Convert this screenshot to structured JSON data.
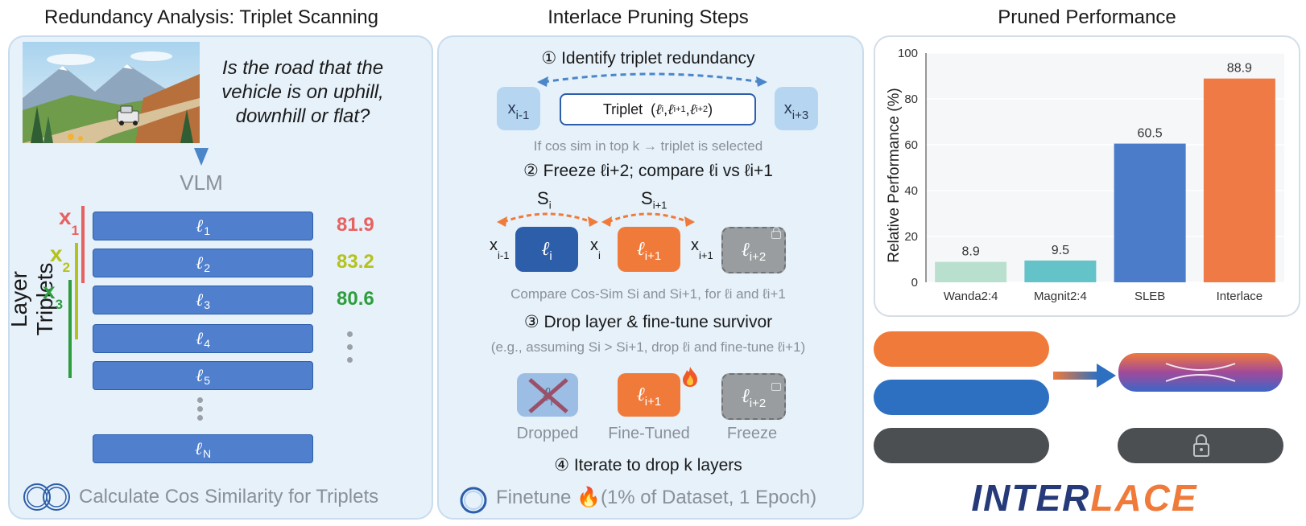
{
  "titles": {
    "left": "Redundancy Analysis: Triplet Scanning",
    "middle": "Interlace Pruning Steps",
    "right": "Pruned Performance"
  },
  "left": {
    "question": "Is the road that the vehicle is on uphill, downhill or flat?",
    "vlm_label": "VLM",
    "side_label": "Layer Triplets",
    "layers": [
      "ℓ",
      "ℓ",
      "ℓ",
      "ℓ",
      "ℓ",
      "ℓ"
    ],
    "layer_subs": [
      "1",
      "2",
      "3",
      "4",
      "5",
      "N"
    ],
    "triplet_labels": [
      "x",
      "x",
      "x"
    ],
    "triplet_subs": [
      "1",
      "2",
      "3"
    ],
    "scores": [
      "81.9",
      "83.2",
      "80.6"
    ],
    "caption": "Calculate Cos Similarity for Triplets",
    "colors": {
      "x1": "#e8615f",
      "x2": "#b5c21b",
      "x3": "#2e9e3c"
    }
  },
  "middle": {
    "step1": "① Identify triplet redundancy",
    "step1_triplet": "Triplet",
    "step1_note": "If cos sim in top k → triplet is selected",
    "step2": "② Freeze ℓi+2; compare ℓi vs ℓi+1",
    "step2_compare_note": "Compare Cos-Sim Si and Si+1, for ℓi and ℓi+1",
    "step3": "③ Drop layer & fine-tune survivor",
    "step3_note": "(e.g., assuming Si > Si+1, drop ℓi and fine-tune ℓi+1)",
    "status_labels": [
      "Dropped",
      "Fine-Tuned",
      "Freeze"
    ],
    "step4": "④ Iterate to drop k layers",
    "caption": "Finetune 🔥(1% of Dataset, 1 Epoch)"
  },
  "brand": {
    "inter": "INTER",
    "lace": "LACE",
    "colors": {
      "inter": "#263a7a",
      "lace": "#f07a3a"
    }
  },
  "chart_data": {
    "type": "bar",
    "categories": [
      "Wanda2:4",
      "Magnit2:4",
      "SLEB",
      "Interlace"
    ],
    "values": [
      8.9,
      9.5,
      60.5,
      88.9
    ],
    "value_labels": [
      "8.9",
      "9.5",
      "60.5",
      "88.9"
    ],
    "colors": [
      "#b9e0cf",
      "#63c3c9",
      "#4a7cc9",
      "#f07a45"
    ],
    "ylabel": "Relative Performance (%)",
    "ylim": [
      0,
      100
    ],
    "yticks": [
      0,
      20,
      40,
      60,
      80,
      100
    ]
  }
}
